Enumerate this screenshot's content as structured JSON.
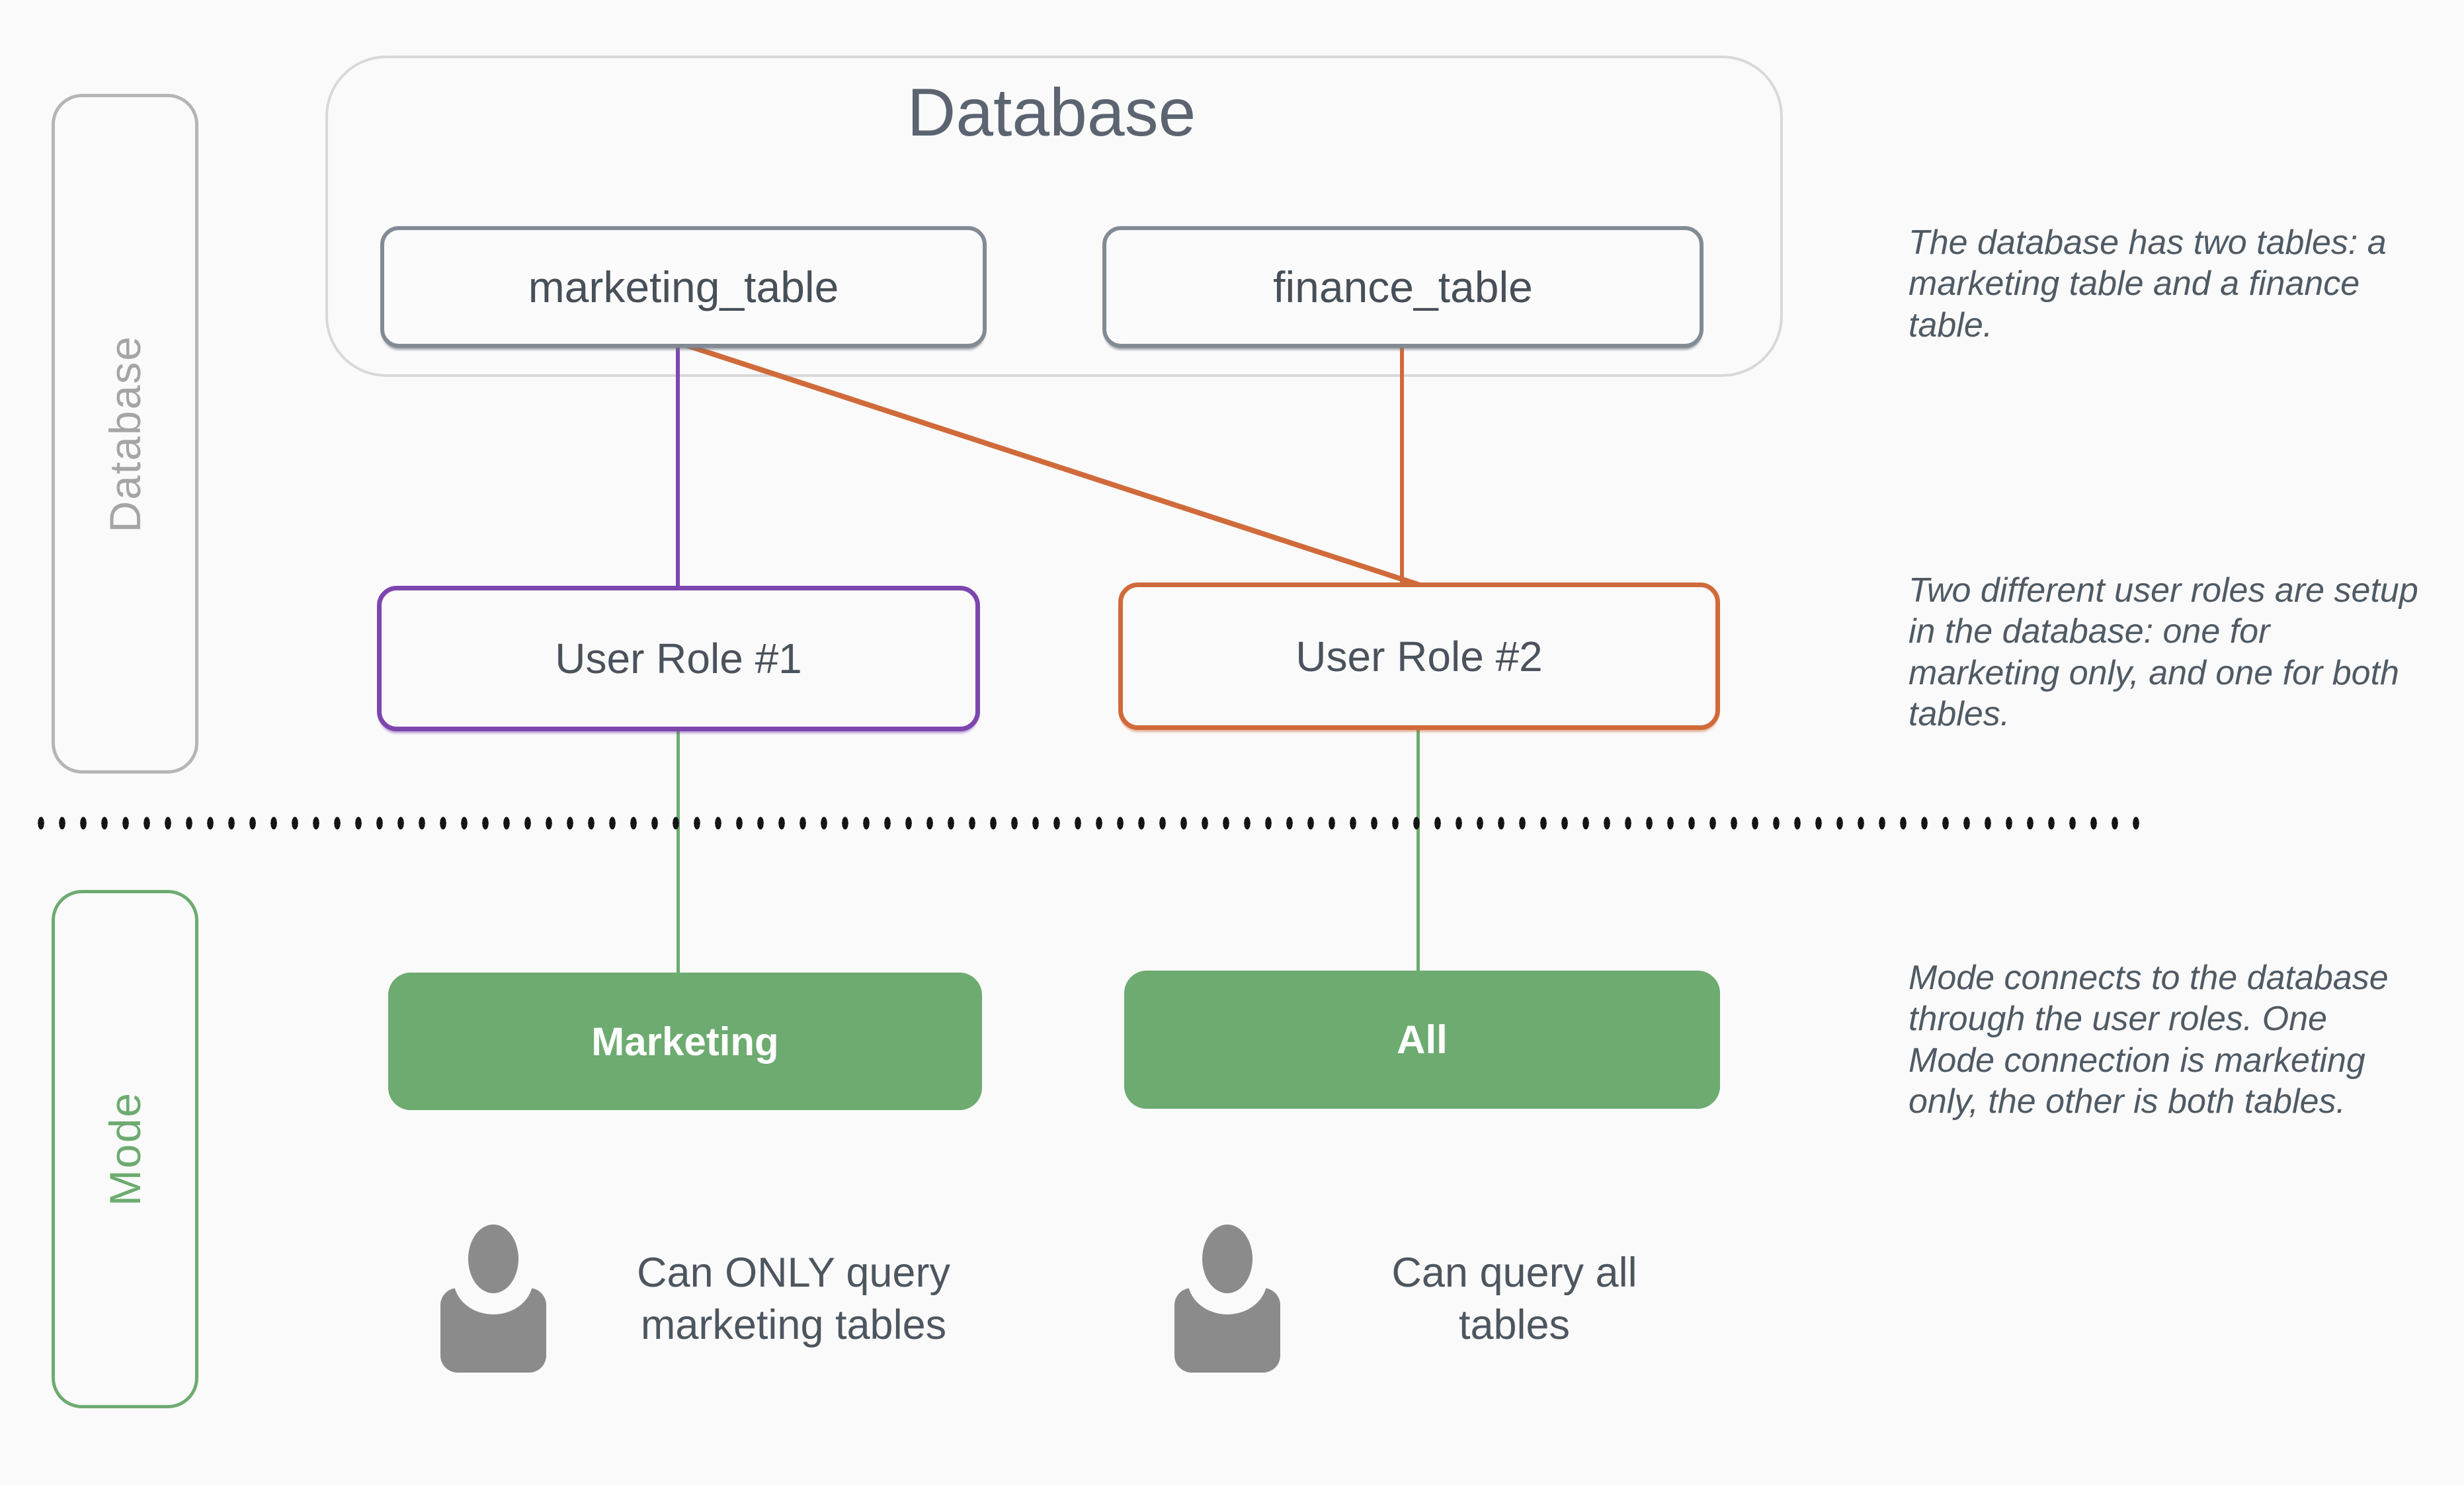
{
  "colors": {
    "background": "#fafafa",
    "purple": "#7d46af",
    "orange": "#d06a3a",
    "green": "#6dab70",
    "table_border_gray": "#828a94",
    "container_border_gray": "#d8d8d8",
    "side_tag_gray": "#b5b5b5",
    "text_dark": "#474f58",
    "annotation_text": "#4f5a64",
    "person_gray": "#8b8b8b",
    "dot_black": "#151515"
  },
  "sections": {
    "database": {
      "side_label": "Database",
      "title": "Database",
      "tables": [
        {
          "label": "marketing_table"
        },
        {
          "label": "finance_table"
        }
      ]
    },
    "roles": [
      {
        "label": "User Role #1"
      },
      {
        "label": "User Role #2"
      }
    ],
    "mode": {
      "side_label": "Mode",
      "buttons": [
        {
          "label": "Marketing"
        },
        {
          "label": "All"
        }
      ],
      "captions": [
        {
          "lines": [
            "Can ONLY query",
            "marketing tables"
          ]
        },
        {
          "lines": [
            "Can query all",
            "tables"
          ]
        }
      ]
    }
  },
  "annotations": [
    {
      "lines": [
        "The database has two tables: a",
        "marketing table and a finance",
        "table."
      ]
    },
    {
      "lines": [
        "Two different user roles are setup",
        "in the database: one for",
        "marketing only, and one for both",
        "tables."
      ]
    },
    {
      "lines": [
        "Mode connects to the database",
        "through the user roles. One",
        "Mode connection is marketing",
        "only, the other is both tables."
      ]
    }
  ]
}
